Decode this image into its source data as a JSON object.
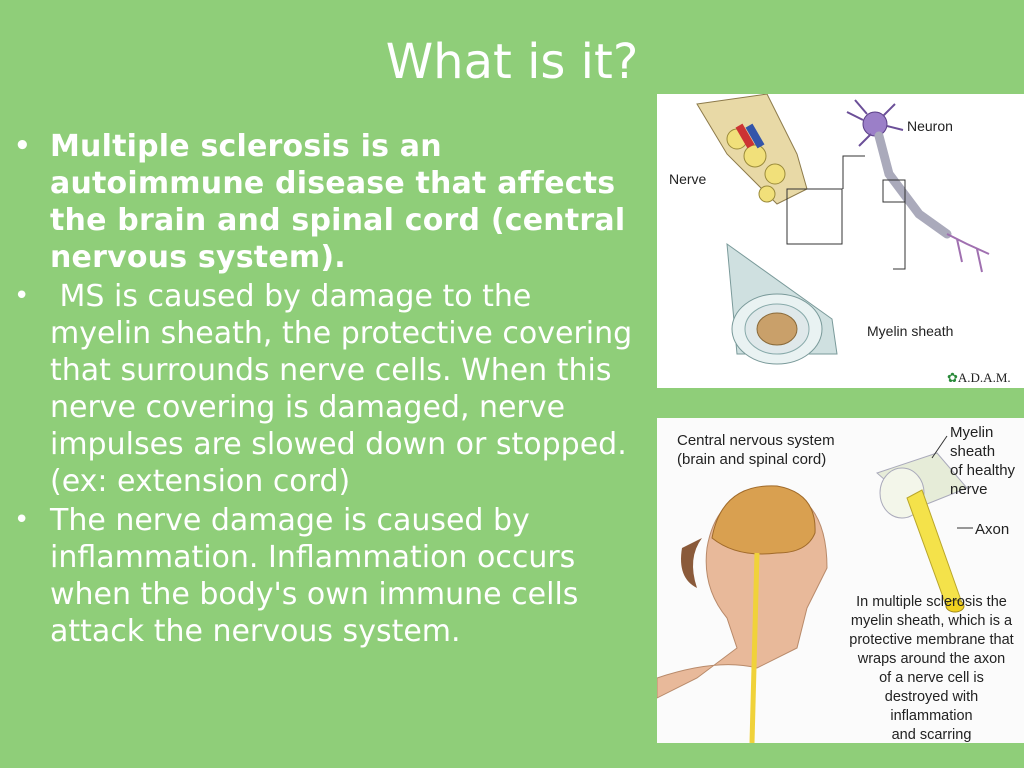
{
  "slide": {
    "title": "What is it?",
    "bullets": [
      {
        "marker": "•",
        "text": "Multiple sclerosis is an autoimmune disease that affects the brain and spinal cord (central nervous system).",
        "bold": true
      },
      {
        "marker": "•",
        "text": " MS is caused by damage to the myelin sheath, the protective covering that surrounds nerve cells. When this nerve covering is damaged, nerve impulses are slowed down or stopped. (ex: extension cord)",
        "bold": false
      },
      {
        "marker": "•",
        "text": "The nerve damage is caused by inflammation. Inflammation occurs when the body's own immune cells attack the nervous system.",
        "bold": false
      }
    ]
  },
  "figure1": {
    "labels": {
      "nerve": "Nerve",
      "neuron": "Neuron",
      "myelin": "Myelin sheath",
      "credit": "A.D.A.M."
    }
  },
  "figure2": {
    "labels": {
      "cns_line1": "Central nervous system",
      "cns_line2": "(brain and spinal cord)",
      "myelin_line1": "Myelin",
      "myelin_line2": "sheath",
      "myelin_line3": "of healthy",
      "myelin_line4": "nerve",
      "axon": "Axon",
      "cap1": "In multiple sclerosis the",
      "cap2": "myelin sheath, which is a",
      "cap3": "protective membrane that",
      "cap4": "wraps around the axon",
      "cap5": "of a nerve cell is",
      "cap6": "destroyed with",
      "cap7": "inflammation",
      "cap8": "and scarring"
    }
  }
}
